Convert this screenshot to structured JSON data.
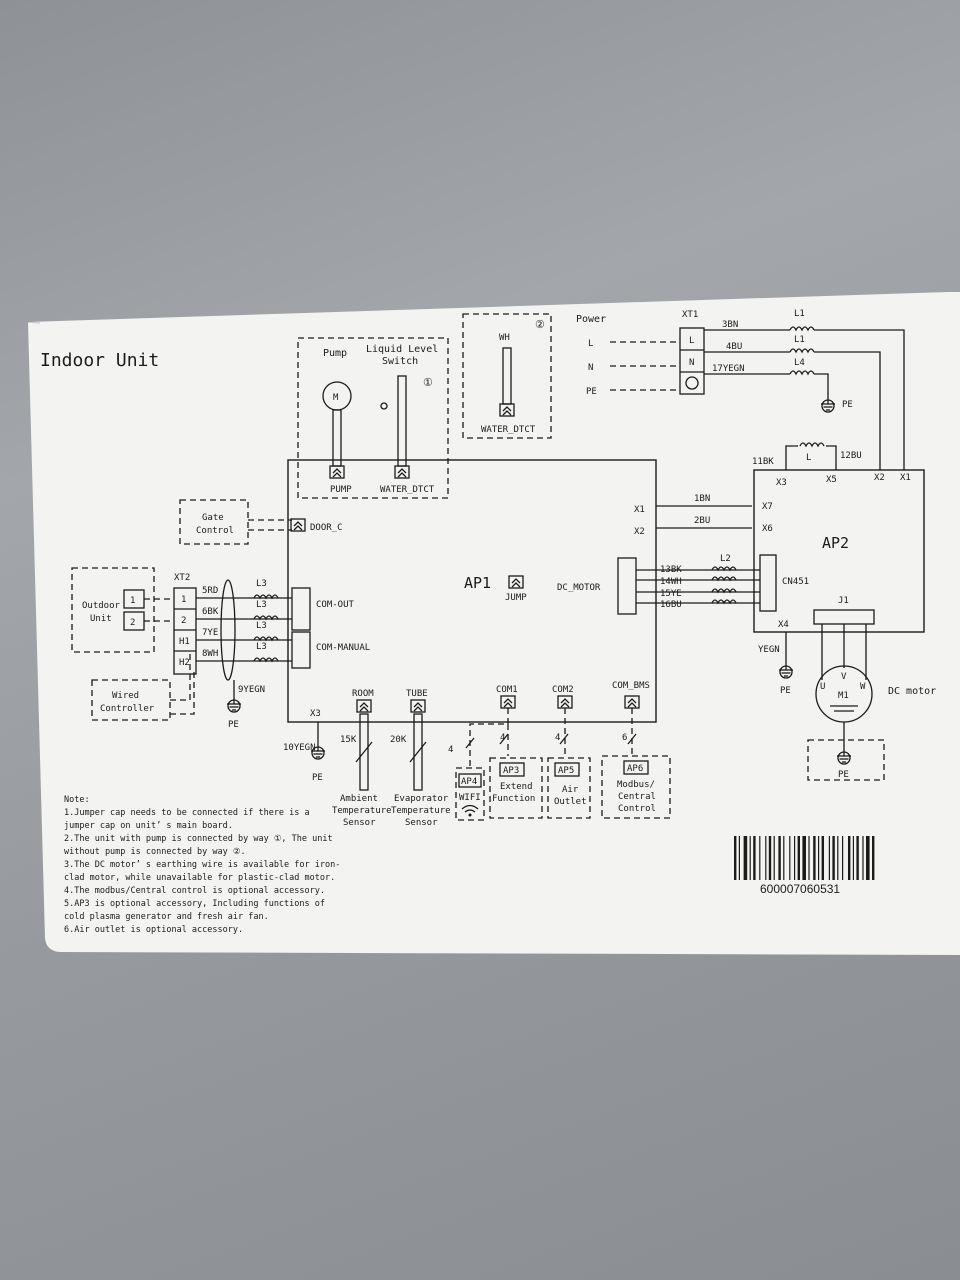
{
  "title": "Indoor Unit",
  "boards": {
    "ap1": "AP1",
    "ap2": "AP2"
  },
  "components": {
    "pump": "Pump",
    "liquid_level_line1": "Liquid Level",
    "liquid_level_line2": "Switch",
    "pump_conn": "PUMP",
    "water_dtct_conn": "WATER_DTCT",
    "wh": "WH",
    "water_dtct_conn2": "WATER_DTCT",
    "way1": "①",
    "way2": "②",
    "gate_line1": "Gate",
    "gate_line2": "Control",
    "door_c": "DOOR_C",
    "outdoor_line1": "Outdoor",
    "outdoor_line2": "Unit",
    "wired_line1": "Wired",
    "wired_line2": "Controller",
    "xt2": "XT2",
    "com_out": "COM-OUT",
    "com_manual": "COM-MANUAL",
    "jump": "JUMP",
    "dc_motor_conn": "DC_MOTOR",
    "x1": "X1",
    "x2": "X2",
    "x3_ap1": "X3",
    "room": "ROOM",
    "tube": "TUBE",
    "com1": "COM1",
    "com2": "COM2",
    "com_bms": "COM_BMS",
    "cn451": "CN451",
    "x7": "X7",
    "x6": "X6",
    "x4": "X4",
    "x3_ap2": "X3",
    "x5": "X5",
    "x2_ap2": "X2",
    "x1_ap2": "X1",
    "j1": "J1",
    "m1": "M1",
    "dc_motor": "DC motor",
    "u": "U",
    "v": "V",
    "w": "W",
    "power": "Power",
    "xt1": "XT1",
    "l": "L",
    "n": "N",
    "pe": "PE",
    "res_15k": "15K",
    "res_20k": "20K",
    "ambient_line1": "Ambient",
    "ambient_line2": "Temperature",
    "ambient_line3": "Sensor",
    "evap_line1": "Evaporator",
    "evap_line2": "Temperature",
    "evap_line3": "Sensor",
    "ap4": "AP4",
    "wifi": "WIFI",
    "ap3": "AP3",
    "ap3_line1": "Extend",
    "ap3_line2": "Function",
    "ap5": "AP5",
    "ap5_line1": "Air",
    "ap5_line2": "Outlet",
    "ap6": "AP6",
    "ap6_line1": "Modbus/",
    "ap6_line2": "Central",
    "ap6_line3": "Control",
    "n4a": "4",
    "n4b": "4",
    "n4c": "4",
    "n6": "6"
  },
  "wires": {
    "rd5": "5RD",
    "bk6": "6BK",
    "ye7": "7YE",
    "wh8": "8WH",
    "yegn9": "9YEGN",
    "yegn10": "10YEGN",
    "bn1": "1BN",
    "bu2": "2BU",
    "bn3": "3BN",
    "bu4": "4BU",
    "yegn17": "17YEGN",
    "bk11": "11BK",
    "bu12": "12BU",
    "bk13": "13BK",
    "wh14": "14WH",
    "ye15": "15YE",
    "bu16": "16BU",
    "yegn": "YEGN"
  },
  "terminals": {
    "t1": "1",
    "t2": "2",
    "h1": "H1",
    "h2": "H2",
    "o1": "1",
    "o2": "2"
  },
  "inductors": {
    "l3a": "L3",
    "l3b": "L3",
    "l3c": "L3",
    "l3d": "L3",
    "l2": "L2",
    "l1a": "L1",
    "l1b": "L1",
    "l4": "L4",
    "l_ap2": "L"
  },
  "grounds": {
    "pe_a": "PE",
    "pe_b": "PE",
    "pe_c": "PE",
    "pe_d": "PE",
    "pe_e": "PE"
  },
  "notes": [
    "Note:",
    "1.Jumper cap needs to be connected if there is a",
    "jumper cap on unit’ s main board.",
    "2.The unit with pump is connected by way ①, The unit",
    "without pump is connected by way ②.",
    "3.The DC motor’ s earthing wire is available for iron-",
    "clad motor, while unavailable for plastic-clad motor.",
    "4.The modbus/Central control is optional accessory.",
    "5.AP3 is optional accessory, Including functions of",
    "cold plasma generator and fresh air fan.",
    "6.Air outlet is optional accessory."
  ],
  "barcode": "600007060531"
}
